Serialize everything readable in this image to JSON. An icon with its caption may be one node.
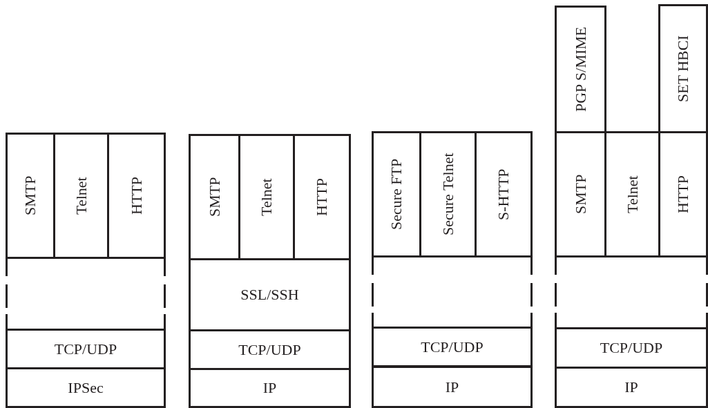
{
  "diagram": {
    "nodes": [
      {
        "text": [
          "SMTP"
        ]
      },
      {
        "text": [
          "Telnet"
        ]
      },
      {
        "text": [
          "HTTP"
        ]
      },
      {
        "text": [],
        "shape": "box"
      },
      {
        "text": [
          "TCP/UDP"
        ]
      },
      {
        "text": [
          "IPSec"
        ]
      },
      {
        "text": [
          "SMTP"
        ]
      },
      {
        "text": [
          "Telnet"
        ]
      },
      {
        "text": [
          "HTTP"
        ]
      },
      {
        "text": [
          "SSL/SSH"
        ]
      },
      {
        "text": [
          "TCP/UDP"
        ]
      },
      {
        "text": [
          "IP"
        ]
      },
      {
        "text": [
          "Secure FTP"
        ]
      },
      {
        "text": [
          "Secure Telnet"
        ]
      },
      {
        "text": [
          "S-HTTP"
        ]
      },
      {
        "text": [],
        "shape": "box"
      },
      {
        "text": [
          "TCP/UDP"
        ]
      },
      {
        "text": [
          "IP"
        ]
      },
      {
        "text": [
          "PGP S/MIME"
        ]
      },
      {
        "text": [
          "SET HBCI"
        ]
      },
      {
        "text": [
          "SMTP"
        ]
      },
      {
        "text": [
          "Telnet"
        ]
      },
      {
        "text": [
          "HTTP"
        ]
      },
      {
        "text": [],
        "shape": "box"
      },
      {
        "text": [
          "TCP/UDP"
        ]
      },
      {
        "text": [
          "IP"
        ]
      }
    ]
  }
}
